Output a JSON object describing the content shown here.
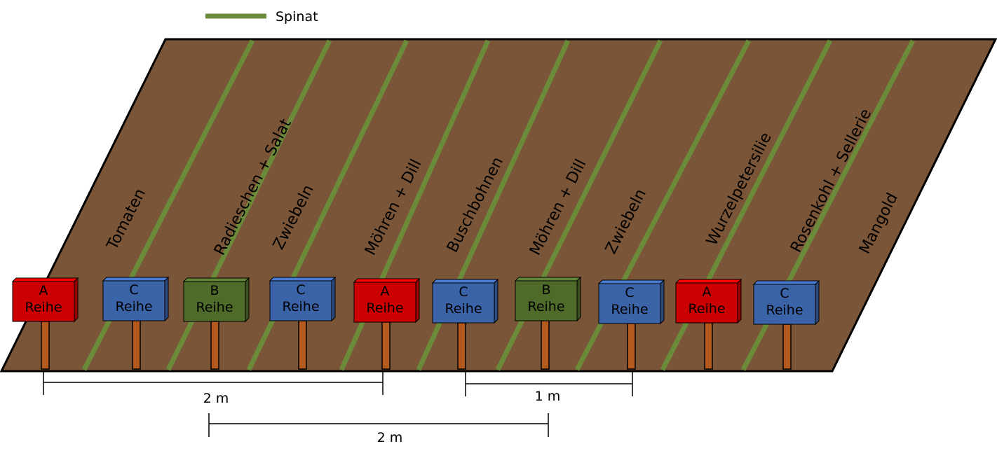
{
  "legend": {
    "label": "Spinat",
    "color": "#6b8a3a"
  },
  "colors": {
    "soil": "#7a5537",
    "soil_edge": "#000000",
    "spinach": "#6b8a3a",
    "post": "#b55a1e",
    "sign_A": "#cc0000",
    "sign_B": "#4e6b2a",
    "sign_C": "#3a63a8"
  },
  "rows": [
    {
      "label": "Tomaten"
    },
    {
      "label": "Radieschen + Salat"
    },
    {
      "label": "Zwiebeln"
    },
    {
      "label": "Möhren + Dill"
    },
    {
      "label": "Buschbohnen"
    },
    {
      "label": "Möhren + Dill"
    },
    {
      "label": "Zwiebeln"
    },
    {
      "label": "Wurzelpetersilie"
    },
    {
      "label": "Rosenkohl + Sellerie"
    },
    {
      "label": "Mangold"
    }
  ],
  "signs": [
    {
      "type": "A",
      "word": "Reihe"
    },
    {
      "type": "C",
      "word": "Reihe"
    },
    {
      "type": "B",
      "word": "Reihe"
    },
    {
      "type": "C",
      "word": "Reihe"
    },
    {
      "type": "A",
      "word": "Reihe"
    },
    {
      "type": "C",
      "word": "Reihe"
    },
    {
      "type": "B",
      "word": "Reihe"
    },
    {
      "type": "C",
      "word": "Reihe"
    },
    {
      "type": "A",
      "word": "Reihe"
    },
    {
      "type": "C",
      "word": "Reihe"
    }
  ],
  "dimensions": [
    {
      "label": "2 m"
    },
    {
      "label": "1 m"
    },
    {
      "label": "2 m"
    }
  ]
}
